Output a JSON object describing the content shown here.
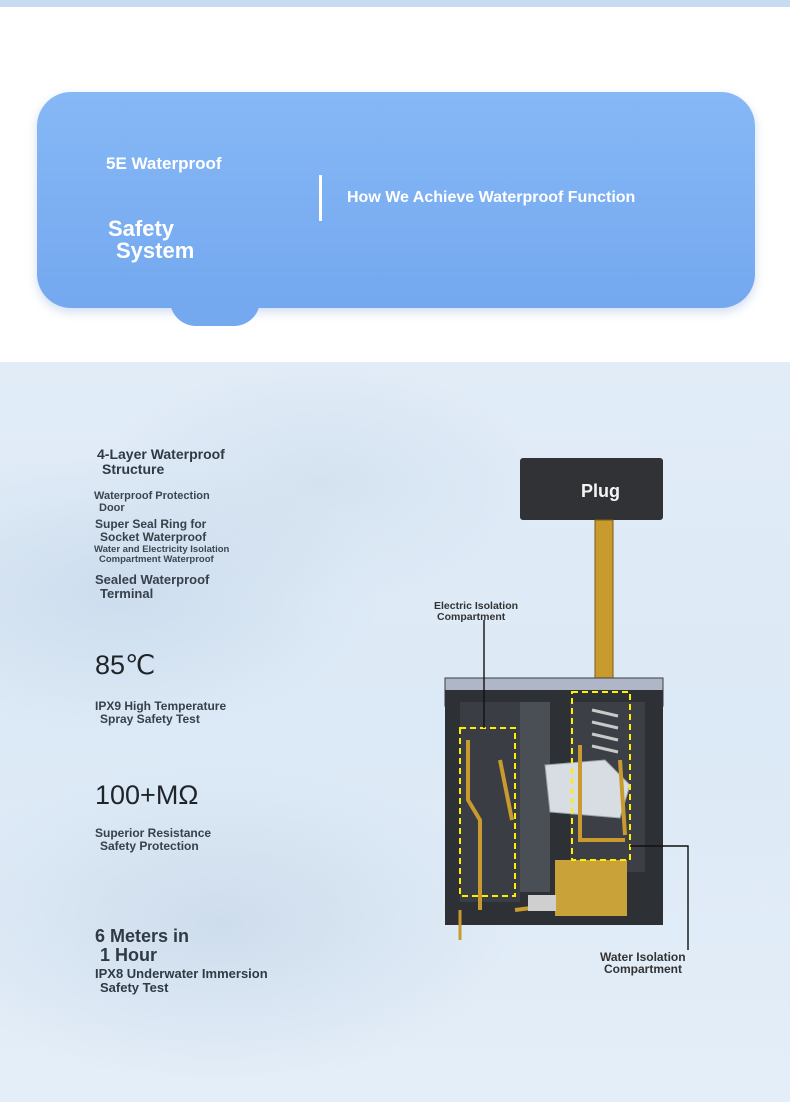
{
  "banner": {
    "title_line1": "5E Waterproof",
    "title_line2a": "Safety",
    "title_line2b": "System",
    "subtitle": "How We Achieve Waterproof Function"
  },
  "features": {
    "structure_title_a": "4-Layer Waterproof",
    "structure_title_b": "Structure",
    "layer1_a": "Waterproof Protection",
    "layer1_b": "Door",
    "layer2_a": "Super Seal Ring for",
    "layer2_b": "Socket Waterproof",
    "layer3_a": "Water and Electricity Isolation",
    "layer3_b": "Compartment Waterproof",
    "layer4_a": "Sealed Waterproof",
    "layer4_b": "Terminal",
    "temp_value": "85℃",
    "temp_desc_a": "IPX9 High Temperature",
    "temp_desc_b": "Spray Safety Test",
    "resistance_value": "100+MΩ",
    "resistance_desc_a": "Superior Resistance",
    "resistance_desc_b": "Safety Protection",
    "immersion_value_a": "6 Meters in",
    "immersion_value_b": "1 Hour",
    "immersion_desc_a": "IPX8 Underwater Immersion",
    "immersion_desc_b": "Safety Test"
  },
  "diagram": {
    "plug_label": "Plug",
    "electric_label_a": "Electric Isolation",
    "electric_label_b": "Compartment",
    "water_label_a": "Water Isolation",
    "water_label_b": "Compartment"
  },
  "colors": {
    "banner": "#7fb2f4",
    "brass": "#d0a73a",
    "housing": "#2b2e33",
    "highlight": "#ffee00"
  }
}
